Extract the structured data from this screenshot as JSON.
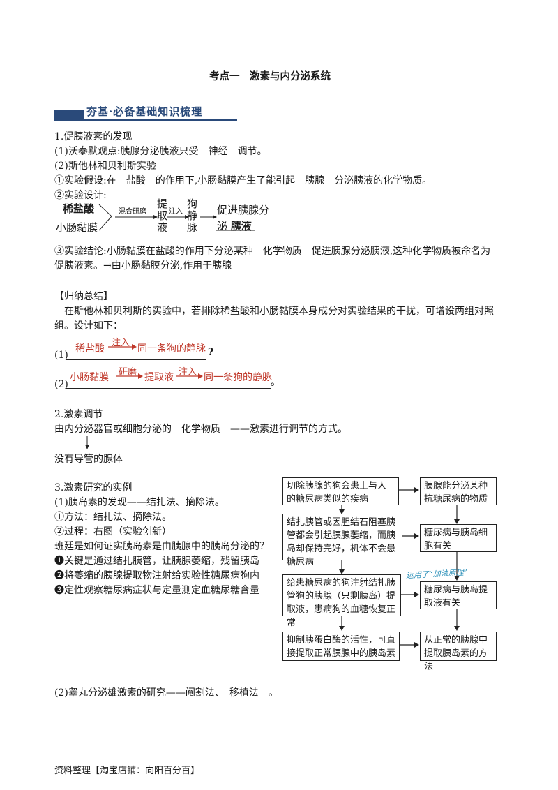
{
  "title": "考点一　激素与内分泌系统",
  "banner": "夯基·必备基础知识梳理",
  "s1": {
    "heading": "1.促胰液素的发现",
    "p1": "(1)沃泰默观点:胰腺分泌胰液只受　神经　调节。",
    "p2": "(2)斯他林和贝利斯实验",
    "p3": "①实验假设:在　盐酸　的作用下,小肠黏膜产生了能引起　胰腺　分泌胰液的化学物质。",
    "p4": "②实验设计:",
    "d_hcl": "稀盐酸",
    "d_mucosa": "小肠黏膜",
    "d_grind": "混合研磨",
    "d_extract": [
      "提",
      "取",
      "液"
    ],
    "d_inject": "注入",
    "d_vein": [
      "狗",
      "静",
      "脉"
    ],
    "d_result1": "促进胰腺分",
    "d_result2a": "泌",
    "d_result2b": "胰液",
    "p5": "③实验结论:小肠黏膜在盐酸的作用下分泌某种　化学物质　促进胰腺分泌胰液,这种化学物质被命名为",
    "p6": "促胰液素。→由小肠黏膜分泌,作用于胰腺"
  },
  "summary": {
    "heading": "【归纳总结】",
    "p1": "在斯他林和贝利斯的实验中，若排除稀盐酸和小肠黏膜本身成分对实验结果的干扰，可增设两组对照",
    "p2": "组。设计如下：",
    "c1_num": "(1)",
    "c1_a": "稀盐酸",
    "c1_arrow": "注入",
    "c1_b": "同一条狗的静脉",
    "c1_end": "?",
    "c2_num": "(2)",
    "c2_a": "小肠黏膜",
    "c2_arrow1": "研磨",
    "c2_b": "提取液",
    "c2_arrow2": "注入",
    "c2_c": "同一条狗的静脉",
    "c2_end": "。"
  },
  "s2": {
    "heading": "2.激素调节",
    "p1_pre": "由",
    "p1_ul": "内分泌器官",
    "p1_post": "或细胞分泌的　化学物质　——激素进行调节的方式。",
    "note": "没有导管的腺体"
  },
  "s3": {
    "heading": "3.激素研究的实例",
    "p1": "(1)胰岛素的发现——结扎法、摘除法。",
    "p2": "①方法：结扎法、摘除法。",
    "p3": "②过程：右图（实验创新）",
    "p4": "班廷是如何证实胰岛素是由胰腺中的胰岛分泌的？",
    "b1_mark": "❶",
    "b1": "关键是通过结扎胰管，让胰腺萎缩，残留胰岛",
    "b2_mark": "❷",
    "b2": "将萎缩的胰腺提取物注射给实验性糖尿病狗内",
    "b3_mark": "❸",
    "b3": "定性观察糖尿病症状与定量测定血糖尿糖含量",
    "flow_left": [
      "切除胰腺的狗会患上与人的糖尿病类似的疾病",
      "结扎胰管或因胆结石阻塞胰管都会引起胰腺萎缩，而胰岛却保持完好，机体不会患糖尿病",
      "给患糖尿病的狗注射结扎胰管狗的胰腺（只剩胰岛）提取液，患病狗的血糖恢复正常",
      "抑制胰蛋白酶的活性，可直接提取正常胰腺中的胰岛素"
    ],
    "flow_right": [
      "胰腺能分泌某种抗糖尿病的物质",
      "糖尿病与胰岛细胞有关",
      "糖尿病与胰岛提取液有关",
      "从正常的胰腺中提取胰岛素的方法"
    ],
    "flow_note": "运用了“加法原理”",
    "p5": "(2)睾丸分泌雄激素的研究——阉割法、　移植法　。"
  },
  "footer": "资料整理【淘宝店铺：向阳百分百】"
}
